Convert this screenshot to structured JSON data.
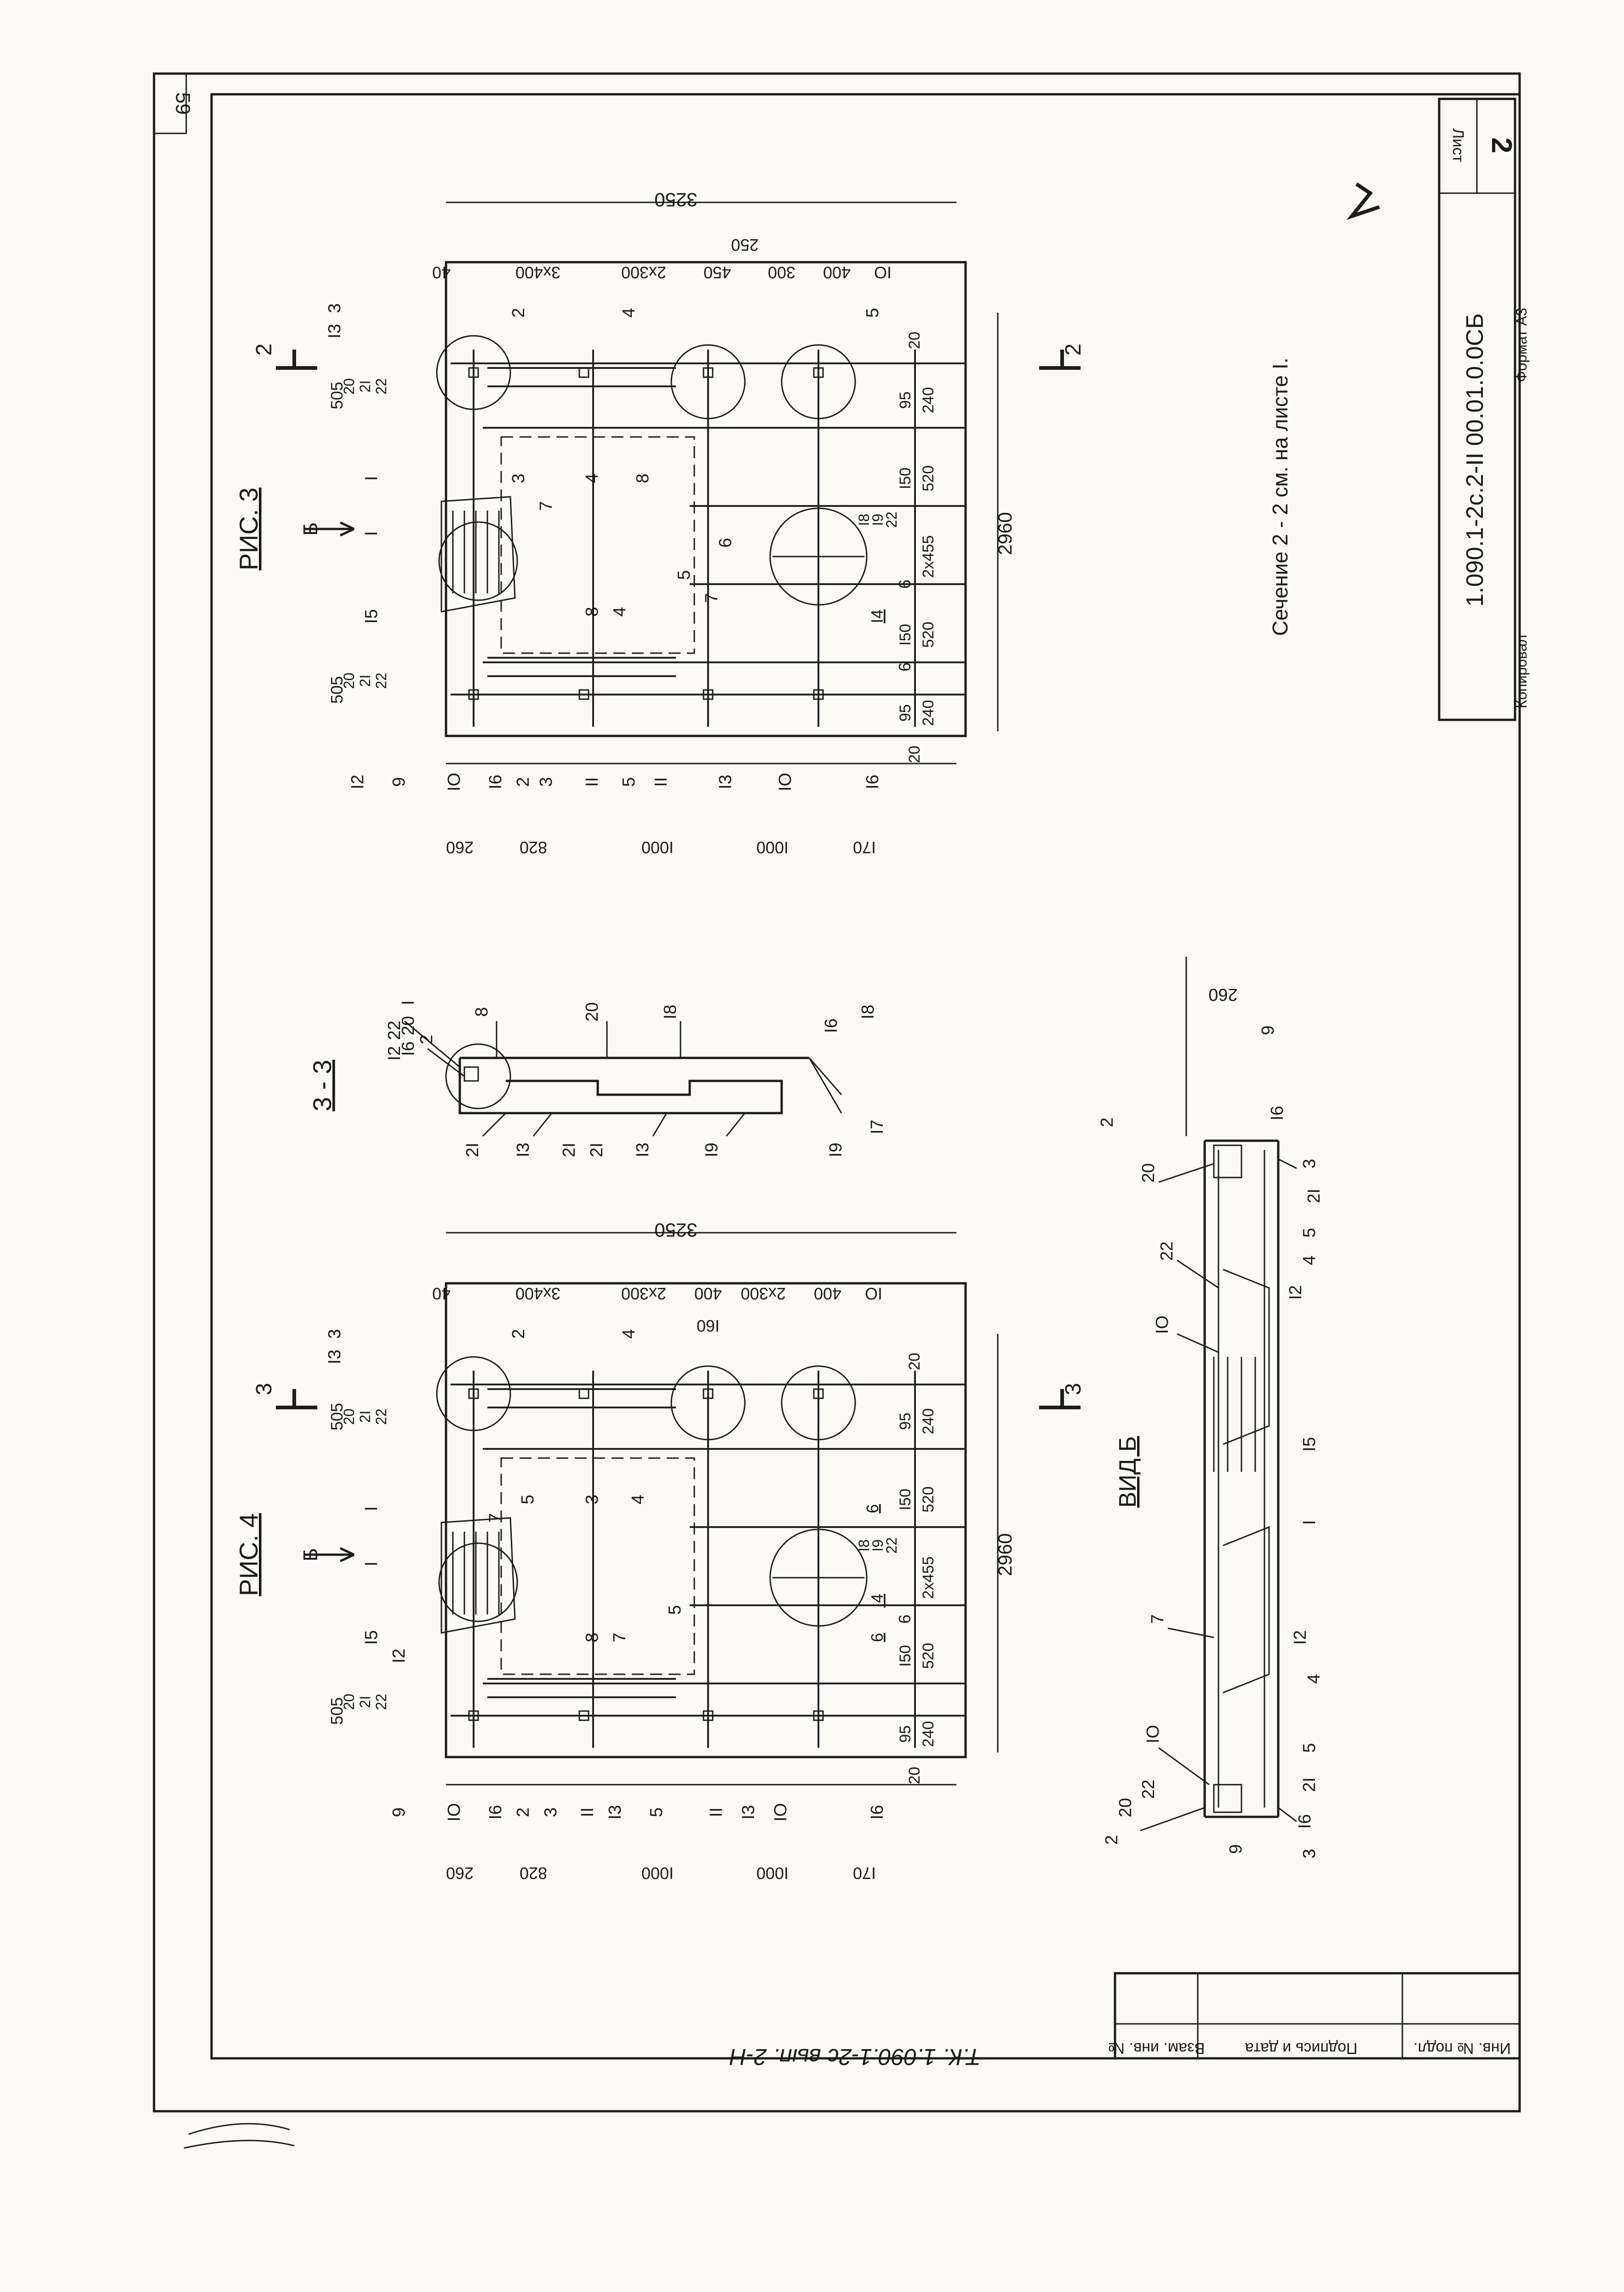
{
  "page_number": "59",
  "title_block": {
    "sheet_label": "Лист",
    "sheet_number": "2",
    "designation": "1.090.1-2с.2-II 00.01.0.0СБ",
    "copied": "Копировал",
    "format": "Формат А3",
    "side_strip": [
      "Инв. № подл.",
      "Подпись и дата",
      "Взам. инв. №"
    ],
    "series_note": "Т.К. 1.090.1-2с вып. 2-Н"
  },
  "section_note": "Сечение 2 - 2 см. на листе I.",
  "views": {
    "fig3": {
      "title": "РИС. 3",
      "view_arrow": "Б",
      "cut_label": "2",
      "dims_outer": [
        "3250",
        "2960"
      ],
      "dims_top": [
        "40",
        "3x400",
        "2x300",
        "450",
        "250",
        "300",
        "400",
        "IO"
      ],
      "dims_bottom": [
        "20",
        "95",
        "240",
        "I50",
        "520",
        "2x455",
        "I50",
        "520",
        "240",
        "95",
        "20"
      ],
      "dims_left": [
        "260",
        "820",
        "I000",
        "I000",
        "I70"
      ],
      "dims_side": [
        "505",
        "505"
      ],
      "callouts": [
        "I2",
        "9",
        "IO",
        "I6",
        "2",
        "3",
        "II",
        "5",
        "II",
        "I3",
        "IO",
        "I6",
        "I5",
        "I",
        "I",
        "20",
        "2I",
        "22",
        "20",
        "2I",
        "22",
        "3",
        "I3",
        "2",
        "4",
        "5",
        "3",
        "4",
        "8",
        "7",
        "5",
        "6",
        "7",
        "8",
        "4",
        "I4",
        "6",
        "6",
        "I8",
        "I9",
        "22"
      ]
    },
    "fig4": {
      "title": "РИС. 4",
      "view_arrow": "Б",
      "cut_label": "3",
      "dims_outer": [
        "3250",
        "2960"
      ],
      "dims_top": [
        "40",
        "3x400",
        "2x300",
        "400",
        "2x300",
        "400",
        "IO",
        "I60"
      ],
      "dims_bottom": [
        "20",
        "95",
        "240",
        "I50",
        "520",
        "2x455",
        "I50",
        "520",
        "240",
        "95",
        "20"
      ],
      "dims_left": [
        "260",
        "820",
        "I000",
        "I000",
        "I70"
      ],
      "dims_side": [
        "505",
        "505"
      ],
      "callouts": [
        "9",
        "IO",
        "I6",
        "2",
        "3",
        "II",
        "I3",
        "5",
        "II",
        "I3",
        "IO",
        "I6",
        "I5",
        "I",
        "I",
        "I2",
        "7",
        "20",
        "2I",
        "22",
        "20",
        "2I",
        "22",
        "3",
        "I3",
        "2",
        "4",
        "5",
        "3",
        "4",
        "8",
        "7",
        "5",
        "6",
        "6",
        "I4",
        "6",
        "I8",
        "I9",
        "22"
      ]
    },
    "section33": {
      "title": "3 - 3",
      "callouts": [
        "22",
        "I2",
        "2",
        "I",
        "20",
        "I6",
        "8",
        "20",
        "I8",
        "2I",
        "I3",
        "2I",
        "2I",
        "I3",
        "I9",
        "I9",
        "I7",
        "I6",
        "I8"
      ]
    },
    "view_b": {
      "title": "ВИД Б",
      "callouts": [
        "2",
        "20",
        "22",
        "IO",
        "9",
        "I6",
        "3",
        "2I",
        "5",
        "4",
        "I2",
        "7",
        "I",
        "I5",
        "I2",
        "4",
        "IO",
        "22",
        "20",
        "2I",
        "5",
        "3",
        "I6",
        "9",
        "2"
      ],
      "dim": "260"
    }
  }
}
